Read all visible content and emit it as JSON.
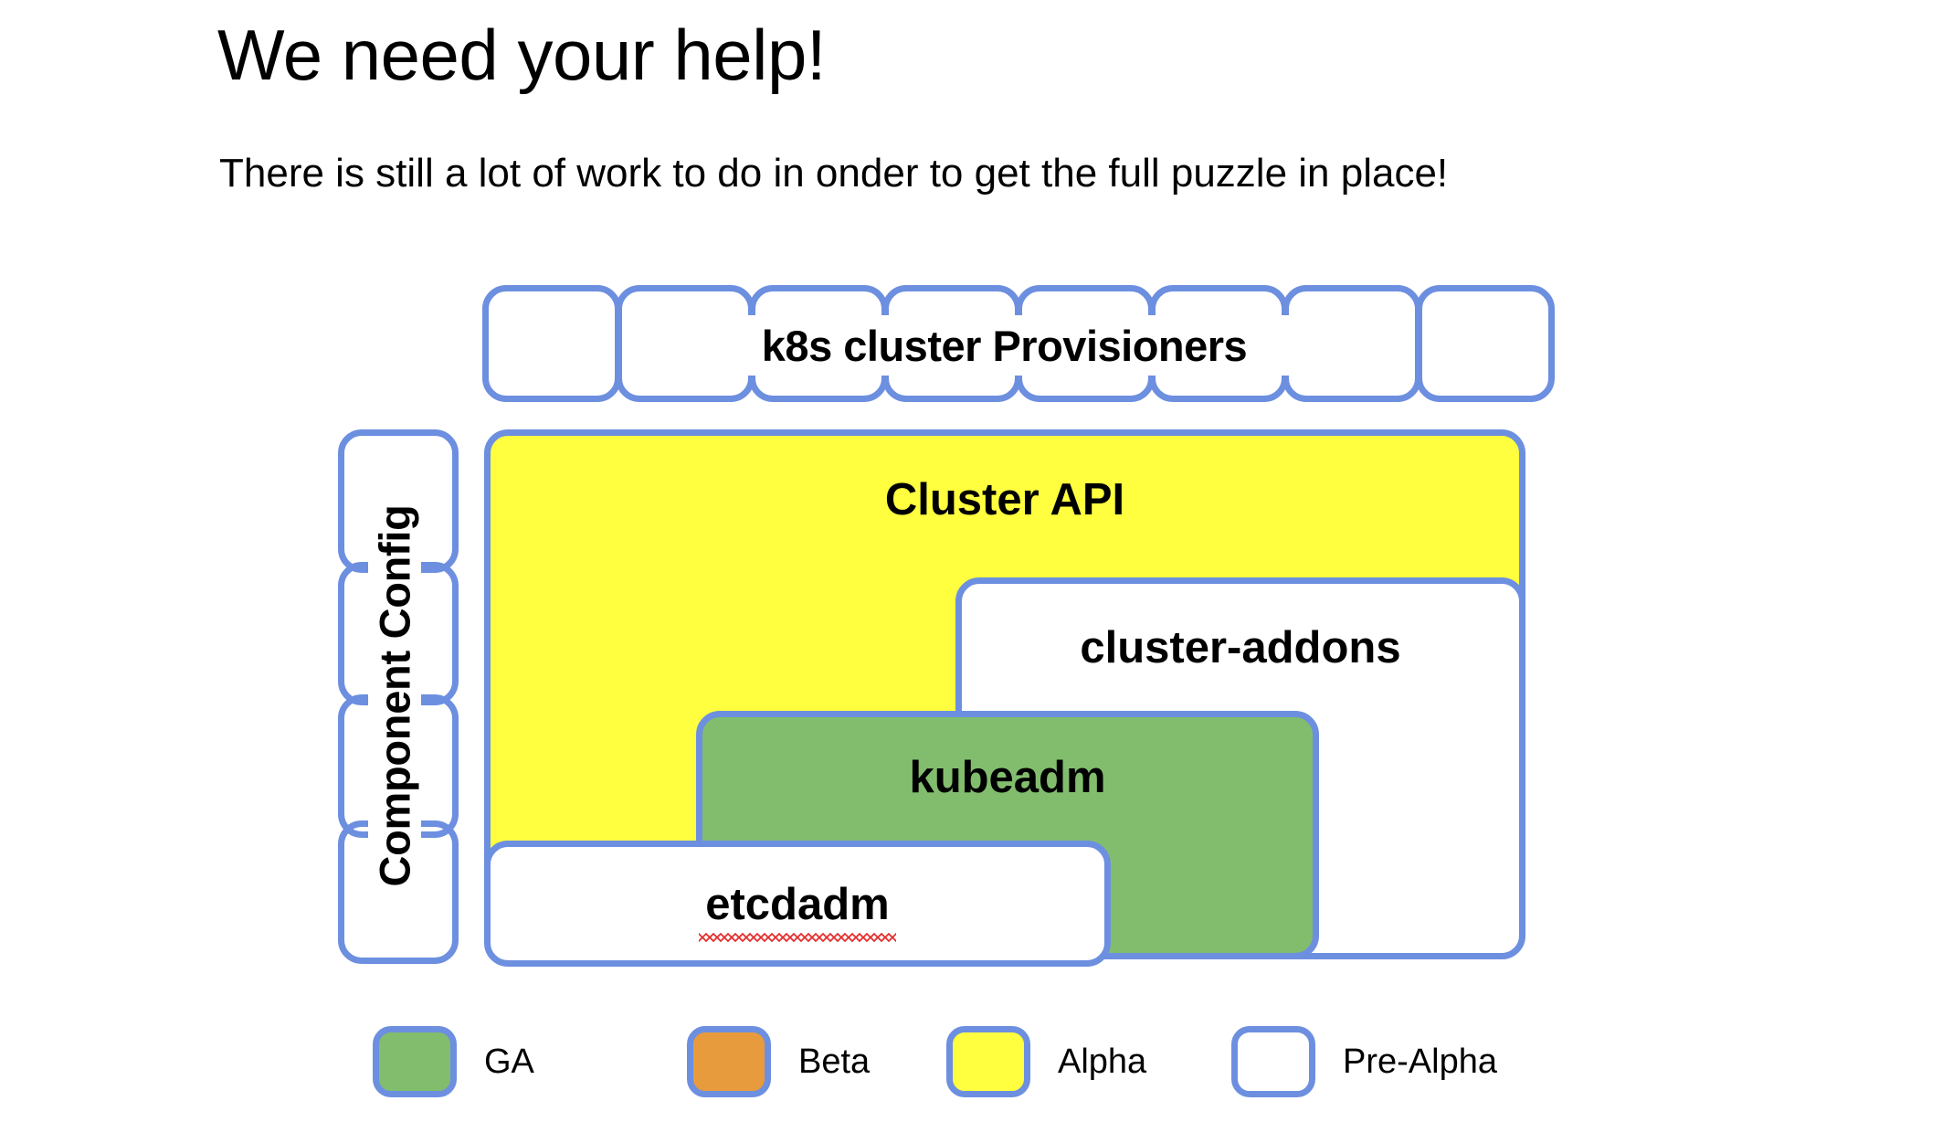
{
  "slide": {
    "title": "We need your help!",
    "subtitle": "There is still a lot of work to do in onder to get the full puzzle in place!"
  },
  "colors": {
    "border": "#6D8FE0",
    "ga": "#82BD6E",
    "beta": "#E89B3C",
    "beta_dark": "#CC7A3D",
    "alpha": "#FFFF40",
    "pre_alpha": "#FFFFFF",
    "squiggle": "#E53030"
  },
  "provisioners": {
    "label": "k8s cluster Provisioners",
    "boxes": [
      {
        "status": "ga"
      },
      {
        "status": "ga"
      },
      {
        "status": "ga"
      },
      {
        "status": "beta"
      },
      {
        "status": "beta"
      },
      {
        "status": "beta"
      },
      {
        "status": "alpha"
      },
      {
        "status": "prealpha"
      }
    ]
  },
  "component_config": {
    "label": "Component Config",
    "boxes": [
      {
        "status": "prealpha"
      },
      {
        "status": "prealpha"
      },
      {
        "status": "alpha"
      },
      {
        "status": "beta-dk"
      }
    ]
  },
  "nodes": {
    "cluster_api": {
      "label": "Cluster API",
      "status": "alpha"
    },
    "cluster_addons": {
      "label": "cluster-addons",
      "status": "prealpha"
    },
    "kubeadm": {
      "label": "kubeadm",
      "status": "ga"
    },
    "etcdadm": {
      "label": "etcdadm",
      "status": "prealpha",
      "misspelled": true
    }
  },
  "legend": {
    "items": [
      {
        "label": "GA",
        "status": "ga"
      },
      {
        "label": "Beta",
        "status": "beta"
      },
      {
        "label": "Alpha",
        "status": "alpha"
      },
      {
        "label": "Pre-Alpha",
        "status": "prealpha"
      }
    ]
  }
}
